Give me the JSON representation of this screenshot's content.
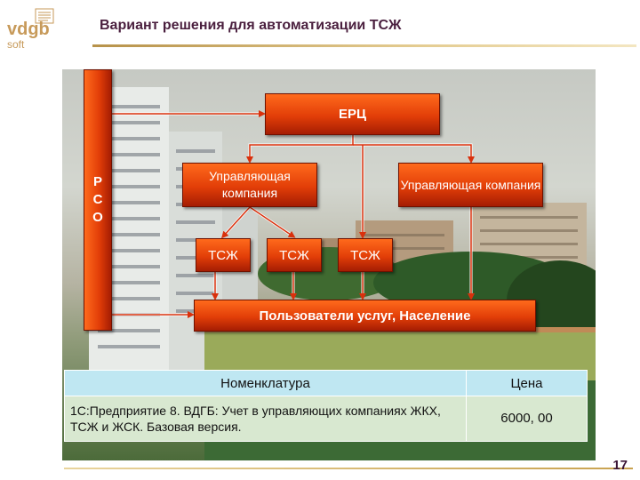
{
  "header": {
    "title": "Вариант решения для автоматизации ТСЖ",
    "logo_text": "vdgb soft"
  },
  "diagram": {
    "erc": "ЕРЦ",
    "rso": [
      "Р",
      "С",
      "О"
    ],
    "managing_company_1": "Управляющая компания",
    "managing_company_2": "Управляющая компания",
    "tsj": [
      "ТСЖ",
      "ТСЖ",
      "ТСЖ"
    ],
    "users": "Пользователи услуг, Население"
  },
  "table": {
    "headers": [
      "Номенклатура",
      "Цена"
    ],
    "rows": [
      {
        "name": "1С:Предприятие 8. ВДГБ: Учет в управляющих компаниях ЖКХ, ТСЖ и ЖСК. Базовая версия.",
        "price": "6000, 00"
      }
    ]
  },
  "footer": {
    "page_number": "17"
  },
  "colors": {
    "box_orange": "#e23e08",
    "title_color": "#4a1f3e",
    "table_header": "#bfe7f2",
    "table_cell": "#d8e8d0"
  }
}
